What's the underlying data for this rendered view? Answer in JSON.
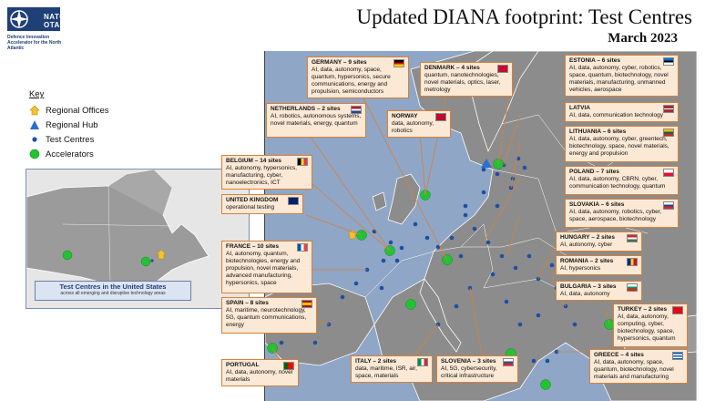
{
  "header": {
    "logo_line1": "NATO",
    "logo_line2": "OTAN",
    "logo_sub": "Defence Innovation Accelerator for the North Atlantic",
    "title": "Updated DIANA footprint: Test Centres",
    "date": "March 2023"
  },
  "legend": {
    "title": "Key",
    "items": [
      {
        "label": "Regional Offices",
        "icon": "house-icon",
        "color": "#f2c230"
      },
      {
        "label": "Regional Hub",
        "icon": "triangle-icon",
        "color": "#2a6fd1"
      },
      {
        "label": "Test Centres",
        "icon": "dot-icon",
        "color": "#1f4fa3"
      },
      {
        "label": "Accelerators",
        "icon": "circle-icon",
        "color": "#22c234"
      }
    ]
  },
  "inset": {
    "title": "Test Centres in the United States",
    "subtitle": "across all emerging and disruptive technology areas"
  },
  "boxes": {
    "germany": {
      "title": "GERMANY – 9 sites",
      "text": "AI, data, autonomy, space, quantum, hypersonics, secure communications, energy and propulsion, semiconductors"
    },
    "denmark": {
      "title": "DENMARK – 4 sites",
      "text": "quantum, nanotechnologies, novel materials, optics, laser, metrology"
    },
    "estonia": {
      "title": "ESTONIA – 6 sites",
      "text": "AI, data, autonomy, cyber, robotics, space, quantum, biotechnology, novel materials, manufacturing, unmanned vehicles, aerospace"
    },
    "netherlands": {
      "title": "NETHERLANDS – 2 sites",
      "text": "AI, robotics, autonomous systems, novel materials, energy, quantum"
    },
    "norway": {
      "title": "NORWAY",
      "text": "data, autonomy, robotics"
    },
    "latvia": {
      "title": "LATVIA",
      "text": "AI, data, communication technology"
    },
    "lithuania": {
      "title": "LITHUANIA – 6 sites",
      "text": "AI, data, autonomy, cyber, greentech, biotechnology, space, novel materials, energy and propulsion"
    },
    "belgium": {
      "title": "BELGIUM – 14 sites",
      "text": "AI, autonomy, hypersonics, manufacturing, cyber, nanoelectronics, ICT"
    },
    "poland": {
      "title": "POLAND – 7 sites",
      "text": "AI, data, autonomy, CBRN, cyber, communication technology, quantum"
    },
    "uk": {
      "title": "UNITED KINGDOM",
      "text": "operational testing"
    },
    "slovakia": {
      "title": "SLOVAKIA – 6 sites",
      "text": "AI, data, autonomy, robotics, cyber, space, aerospace, biotechnology"
    },
    "france": {
      "title": "FRANCE – 10 sites",
      "text": "AI, autonomy, quantum, biotechnologies, energy and propulsion, novel materials, advanced manufacturing, hypersonics, space"
    },
    "hungary": {
      "title": "HUNGARY – 2 sites",
      "text": "AI, autonomy, cyber"
    },
    "romania": {
      "title": "ROMANIA – 2 sites",
      "text": "AI, hypersonics"
    },
    "bulgaria": {
      "title": "BULGARIA – 3 sites",
      "text": "AI, data, autonomy"
    },
    "spain": {
      "title": "SPAIN – 8 sites",
      "text": "AI, maritime, neurotechnology, 5G, quantum communications, energy"
    },
    "turkey": {
      "title": "TURKEY – 2 sites",
      "text": "AI, data, autonomy, computing, cyber, biotechnology, space, hypersonics, quantum"
    },
    "portugal": {
      "title": "PORTUGAL",
      "text": "AI, data, autonomy, novel materials"
    },
    "italy": {
      "title": "ITALY – 2 sites",
      "text": "data, maritime, ISR, air, space, materials"
    },
    "slovenia": {
      "title": "SLOVENIA – 3 sites",
      "text": "AI, 5G, cybersecurity, critical infrastructure"
    },
    "greece": {
      "title": "GREECE – 4 sites",
      "text": "AI, data, autonomy, space, quantum, biotechnology, novel materials and manufacturing"
    }
  },
  "colors": {
    "sea": "#8fa6c6",
    "land": "#8c8c8c",
    "box_fill": "#fbe9d6",
    "box_border": "#d7803a",
    "navy": "#1f3f77"
  }
}
